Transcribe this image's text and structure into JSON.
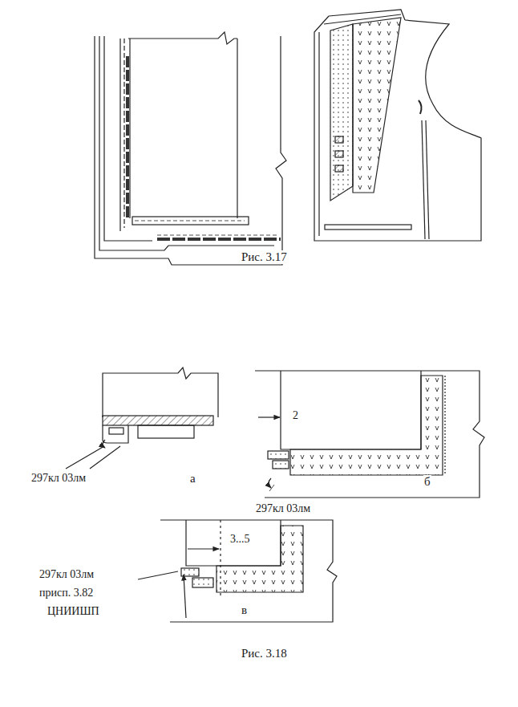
{
  "diagram": {
    "labels": [
      "Рис. 3.17",
      "297кл 03лм",
      "а",
      "297кл 03лм",
      "б",
      "2",
      "3...5",
      "297кл 03лм",
      "присп. 3.82",
      "ЦНИИШП",
      "в",
      "Рис. 3.18"
    ]
  }
}
